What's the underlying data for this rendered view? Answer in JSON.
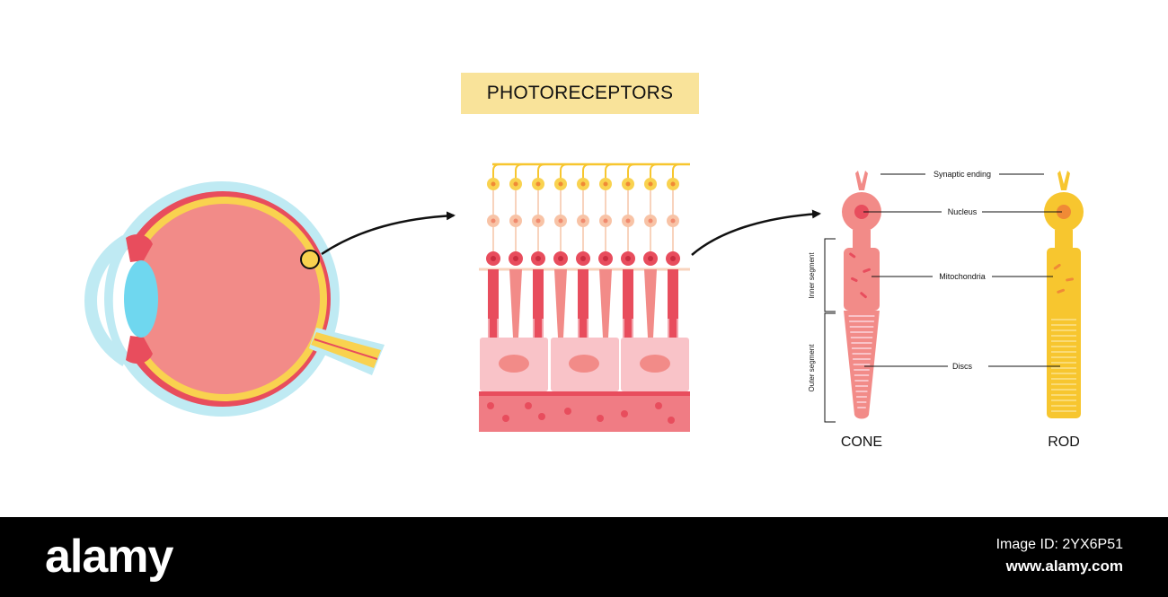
{
  "title": "PHOTORECEPTORS",
  "labels": {
    "synaptic_ending": "Synaptic ending",
    "nucleus": "Nucleus",
    "mitochondria": "Mitochondria",
    "discs": "Discs",
    "inner_segment": "Inner segment",
    "outer_segment": "Outer segment",
    "cone": "CONE",
    "rod": "ROD"
  },
  "watermark": {
    "brand": "alamy",
    "image_id": "Image ID: 2YX6P51",
    "site": "www.alamy.com"
  },
  "colors": {
    "pink": "#f28b88",
    "red": "#e84d5d",
    "yellow": "#f7c62f",
    "light_blue": "#bfeaf3",
    "cornea_blue": "#6fd7ef",
    "title_bg": "#f9e39a"
  }
}
